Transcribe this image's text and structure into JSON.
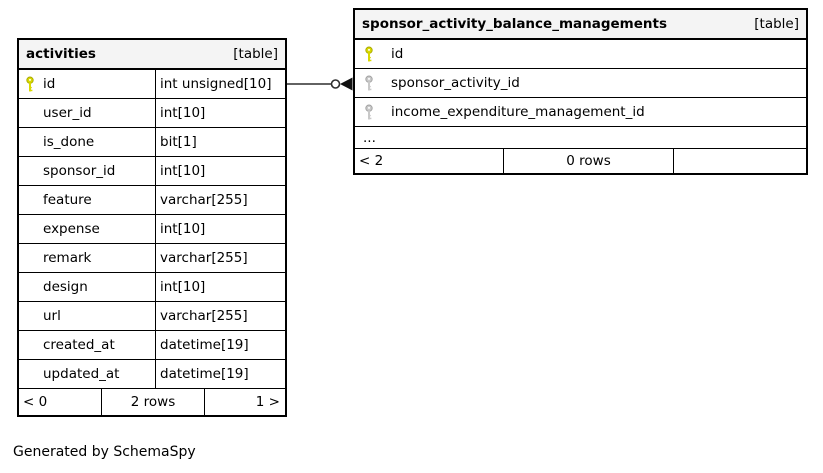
{
  "note": "Generated by SchemaSpy",
  "colors": {
    "primary_key": "#d9d900",
    "foreign_key": "#c9c9c9",
    "header_bg": "#f4f4f4",
    "border": "#000000",
    "edge": "#2e2e2e"
  },
  "tables": {
    "activities": {
      "name": "activities",
      "tag": "[table]",
      "columns": [
        {
          "name": "id",
          "type": "int unsigned[10]",
          "key": "primary"
        },
        {
          "name": "user_id",
          "type": "int[10]",
          "key": ""
        },
        {
          "name": "is_done",
          "type": "bit[1]",
          "key": ""
        },
        {
          "name": "sponsor_id",
          "type": "int[10]",
          "key": ""
        },
        {
          "name": "feature",
          "type": "varchar[255]",
          "key": ""
        },
        {
          "name": "expense",
          "type": "int[10]",
          "key": ""
        },
        {
          "name": "remark",
          "type": "varchar[255]",
          "key": ""
        },
        {
          "name": "design",
          "type": "int[10]",
          "key": ""
        },
        {
          "name": "url",
          "type": "varchar[255]",
          "key": ""
        },
        {
          "name": "created_at",
          "type": "datetime[19]",
          "key": ""
        },
        {
          "name": "updated_at",
          "type": "datetime[19]",
          "key": ""
        }
      ],
      "footer": {
        "left": "< 0",
        "center": "2 rows",
        "right": "1 >"
      }
    },
    "sponsor": {
      "name": "sponsor_activity_balance_managements",
      "tag": "[table]",
      "columns": [
        {
          "name": "id",
          "key": "primary"
        },
        {
          "name": "sponsor_activity_id",
          "key": "foreign"
        },
        {
          "name": "income_expenditure_management_id",
          "key": "foreign"
        }
      ],
      "ellipsis": "...",
      "footer": {
        "left": "< 2",
        "center": "0 rows",
        "right": ""
      }
    }
  }
}
